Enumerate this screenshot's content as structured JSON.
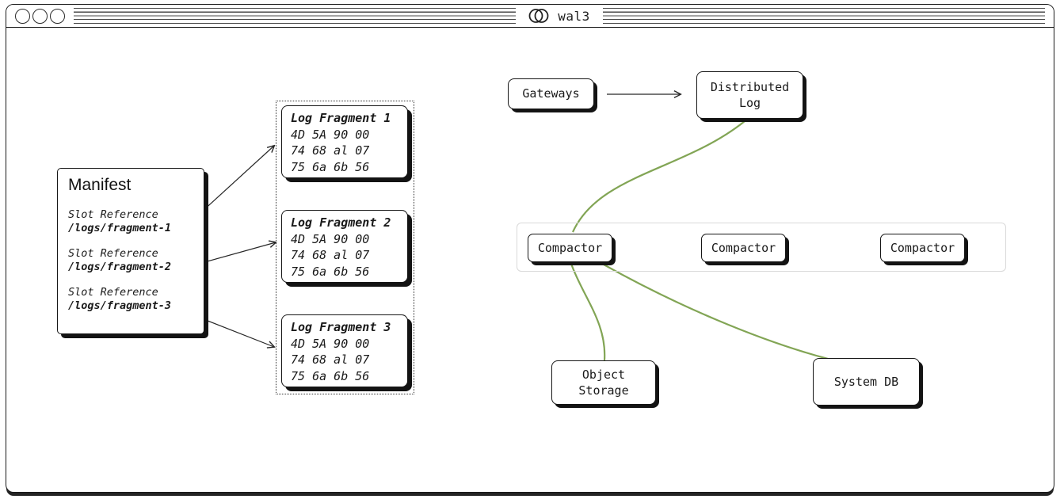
{
  "window": {
    "tab_title": "wal3"
  },
  "manifest": {
    "title": "Manifest",
    "entries": [
      {
        "label": "Slot Reference",
        "path": "/logs/fragment-1"
      },
      {
        "label": "Slot Reference",
        "path": "/logs/fragment-2"
      },
      {
        "label": "Slot Reference",
        "path": "/logs/fragment-3"
      }
    ]
  },
  "fragments": [
    {
      "title": "Log Fragment 1",
      "lines": [
        "4D 5A 90 00",
        "74 68 al 07",
        "75 6a 6b 56"
      ]
    },
    {
      "title": "Log Fragment 2",
      "lines": [
        "4D 5A 90 00",
        "74 68 al 07",
        "75 6a 6b 56"
      ]
    },
    {
      "title": "Log Fragment 3",
      "lines": [
        "4D 5A 90 00",
        "74 68 al 07",
        "75 6a 6b 56"
      ]
    }
  ],
  "nodes": {
    "gateways": "Gateways",
    "distributed_log": "Distributed Log",
    "compactors": [
      "Compactor",
      "Compactor",
      "Compactor"
    ],
    "object_storage": "Object Storage",
    "system_db": "System DB"
  },
  "icons": {
    "window_controls": "three-outline-circles",
    "tab_logo": "overlapping-circles-icon"
  },
  "colors": {
    "connector_green": "#82a555",
    "ink": "#1a1a1a",
    "compactor_row_border": "#d9d9d9"
  }
}
